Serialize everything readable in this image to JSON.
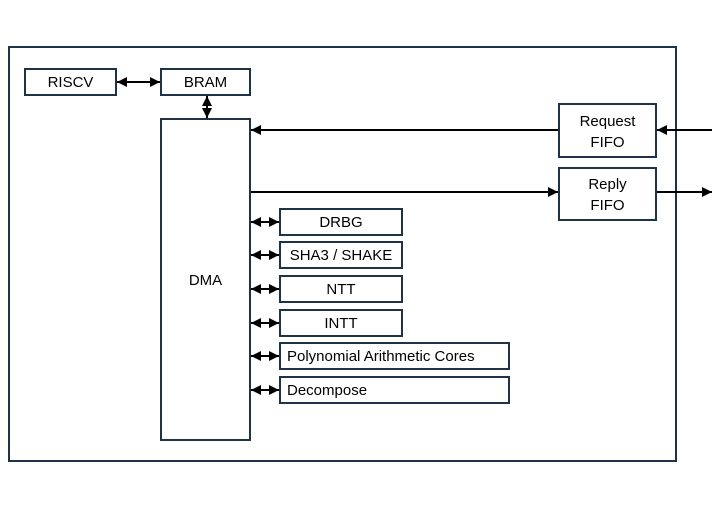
{
  "blocks": {
    "riscv": "RISCV",
    "bram": "BRAM",
    "dma": "DMA",
    "request_fifo": [
      "Request",
      "FIFO"
    ],
    "reply_fifo": [
      "Reply",
      "FIFO"
    ],
    "drbg": "DRBG",
    "sha3": "SHA3 / SHAKE",
    "ntt": "NTT",
    "intt": "INTT",
    "poly": "Polynomial Arithmetic Cores",
    "decompose": "Decompose"
  },
  "colors": {
    "box_stroke": "#1f3347",
    "arrow": "#000000"
  }
}
